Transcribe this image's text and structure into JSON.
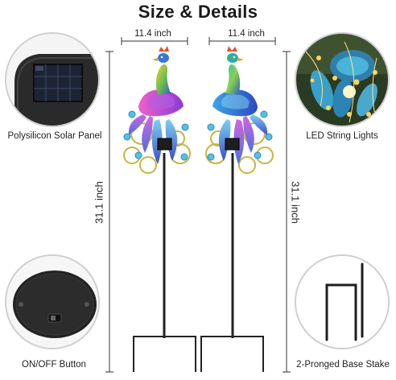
{
  "header": {
    "title": "Size & Details"
  },
  "dimensions": {
    "width_left": "11.4 inch",
    "width_right": "11.4 inch",
    "height_left": "31.1 inch",
    "height_right": "31.1 inch"
  },
  "callouts": {
    "solar_panel": "Polysilicon Solar Panel",
    "led_lights": "LED String Lights",
    "switch": "ON/OFF Button",
    "stake": "2-Pronged Base Stake"
  },
  "icons": [
    "solar-panel-icon",
    "led-lights-icon",
    "switch-icon",
    "stake-icon",
    "peacock-left-icon",
    "peacock-right-icon"
  ]
}
